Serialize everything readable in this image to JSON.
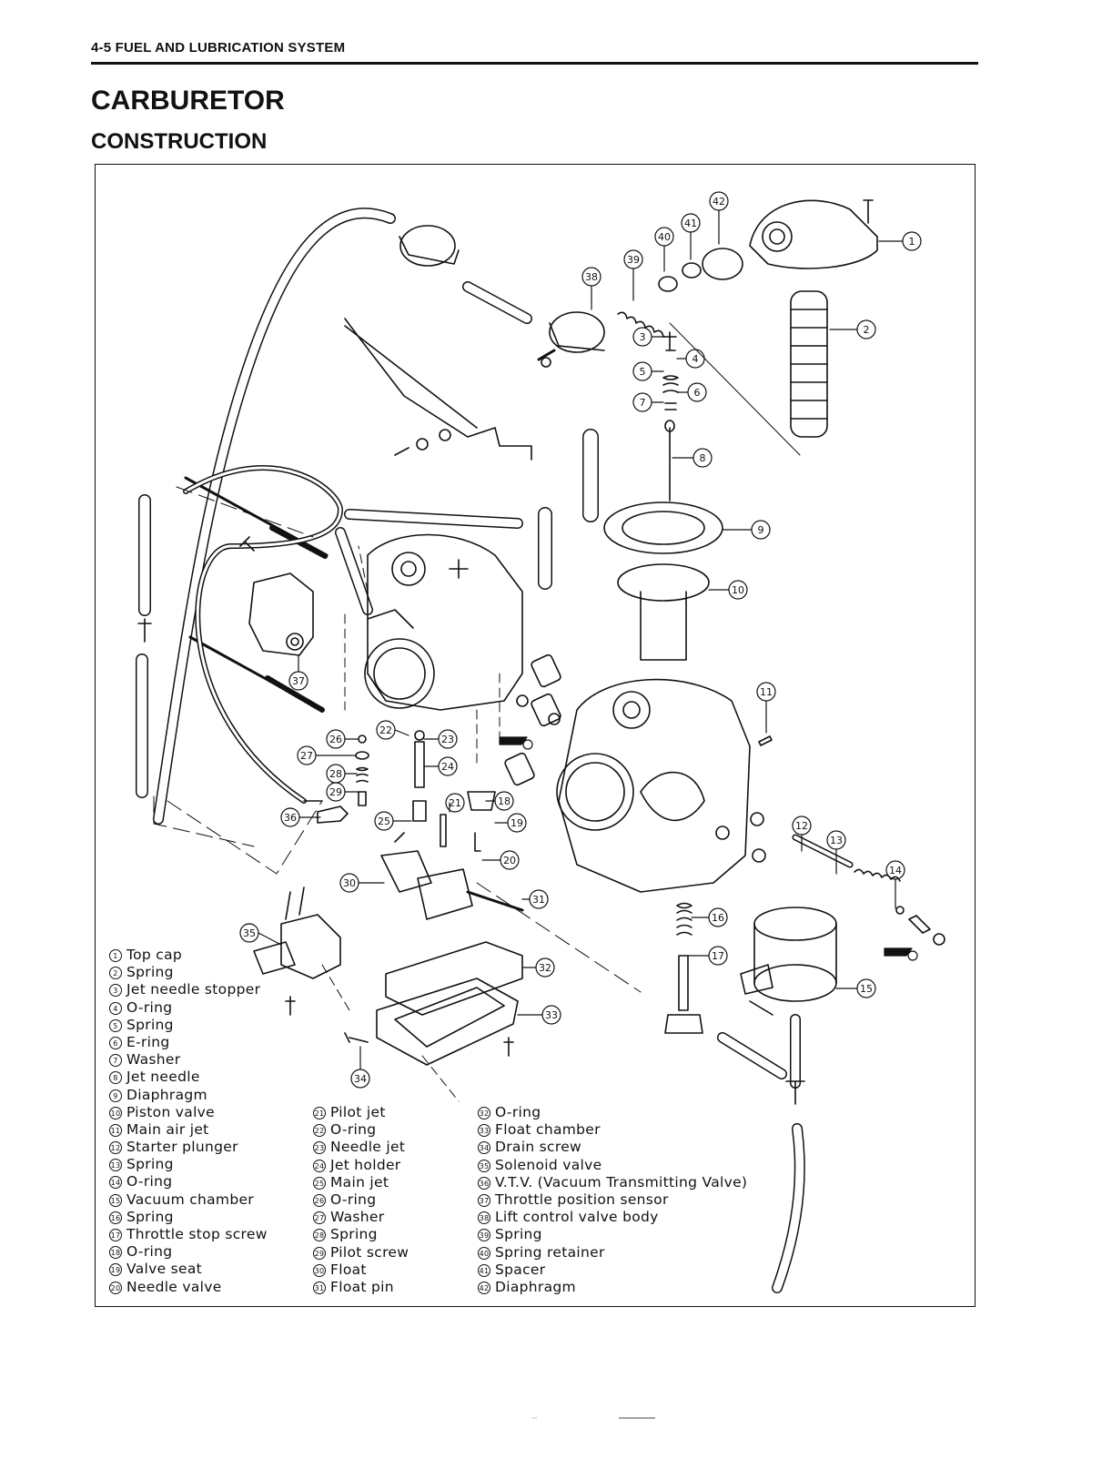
{
  "header": {
    "section": "4-5 FUEL AND LUBRICATION SYSTEM"
  },
  "title": "CARBURETOR",
  "subtitle": "CONSTRUCTION",
  "callouts": [
    "1",
    "2",
    "3",
    "4",
    "5",
    "6",
    "7",
    "8",
    "9",
    "10",
    "11",
    "12",
    "13",
    "14",
    "15",
    "16",
    "17",
    "18",
    "19",
    "20",
    "21",
    "22",
    "23",
    "24",
    "25",
    "26",
    "27",
    "28",
    "29",
    "30",
    "31",
    "32",
    "33",
    "34",
    "35",
    "36",
    "37",
    "38",
    "39",
    "40",
    "41",
    "42"
  ],
  "legend": {
    "col1": [
      {
        "num": "1",
        "label": "Top cap"
      },
      {
        "num": "2",
        "label": "Spring"
      },
      {
        "num": "3",
        "label": "Jet needle stopper"
      },
      {
        "num": "4",
        "label": "O-ring"
      },
      {
        "num": "5",
        "label": "Spring"
      },
      {
        "num": "6",
        "label": "E-ring"
      },
      {
        "num": "7",
        "label": "Washer"
      },
      {
        "num": "8",
        "label": "Jet needle"
      },
      {
        "num": "9",
        "label": "Diaphragm"
      },
      {
        "num": "10",
        "label": "Piston valve"
      },
      {
        "num": "11",
        "label": "Main air jet"
      },
      {
        "num": "12",
        "label": "Starter plunger"
      },
      {
        "num": "13",
        "label": "Spring"
      },
      {
        "num": "14",
        "label": "O-ring"
      },
      {
        "num": "15",
        "label": "Vacuum chamber"
      },
      {
        "num": "16",
        "label": "Spring"
      },
      {
        "num": "17",
        "label": "Throttle stop screw"
      },
      {
        "num": "18",
        "label": "O-ring"
      },
      {
        "num": "19",
        "label": "Valve seat"
      },
      {
        "num": "20",
        "label": "Needle valve"
      }
    ],
    "col2": [
      {
        "num": "21",
        "label": "Pilot jet"
      },
      {
        "num": "22",
        "label": "O-ring"
      },
      {
        "num": "23",
        "label": "Needle jet"
      },
      {
        "num": "24",
        "label": "Jet holder"
      },
      {
        "num": "25",
        "label": "Main jet"
      },
      {
        "num": "26",
        "label": "O-ring"
      },
      {
        "num": "27",
        "label": "Washer"
      },
      {
        "num": "28",
        "label": "Spring"
      },
      {
        "num": "29",
        "label": "Pilot screw"
      },
      {
        "num": "30",
        "label": "Float"
      },
      {
        "num": "31",
        "label": "Float pin"
      }
    ],
    "col3": [
      {
        "num": "32",
        "label": "O-ring"
      },
      {
        "num": "33",
        "label": "Float chamber"
      },
      {
        "num": "34",
        "label": "Drain screw"
      },
      {
        "num": "35",
        "label": "Solenoid valve"
      },
      {
        "num": "36",
        "label": "V.T.V. (Vacuum Transmitting Valve)"
      },
      {
        "num": "37",
        "label": "Throttle position sensor"
      },
      {
        "num": "38",
        "label": "Lift control valve body"
      },
      {
        "num": "39",
        "label": "Spring"
      },
      {
        "num": "40",
        "label": "Spring retainer"
      },
      {
        "num": "41",
        "label": "Spacer"
      },
      {
        "num": "42",
        "label": "Diaphragm"
      }
    ]
  },
  "icons": [
    "grease-symbol-icon"
  ]
}
